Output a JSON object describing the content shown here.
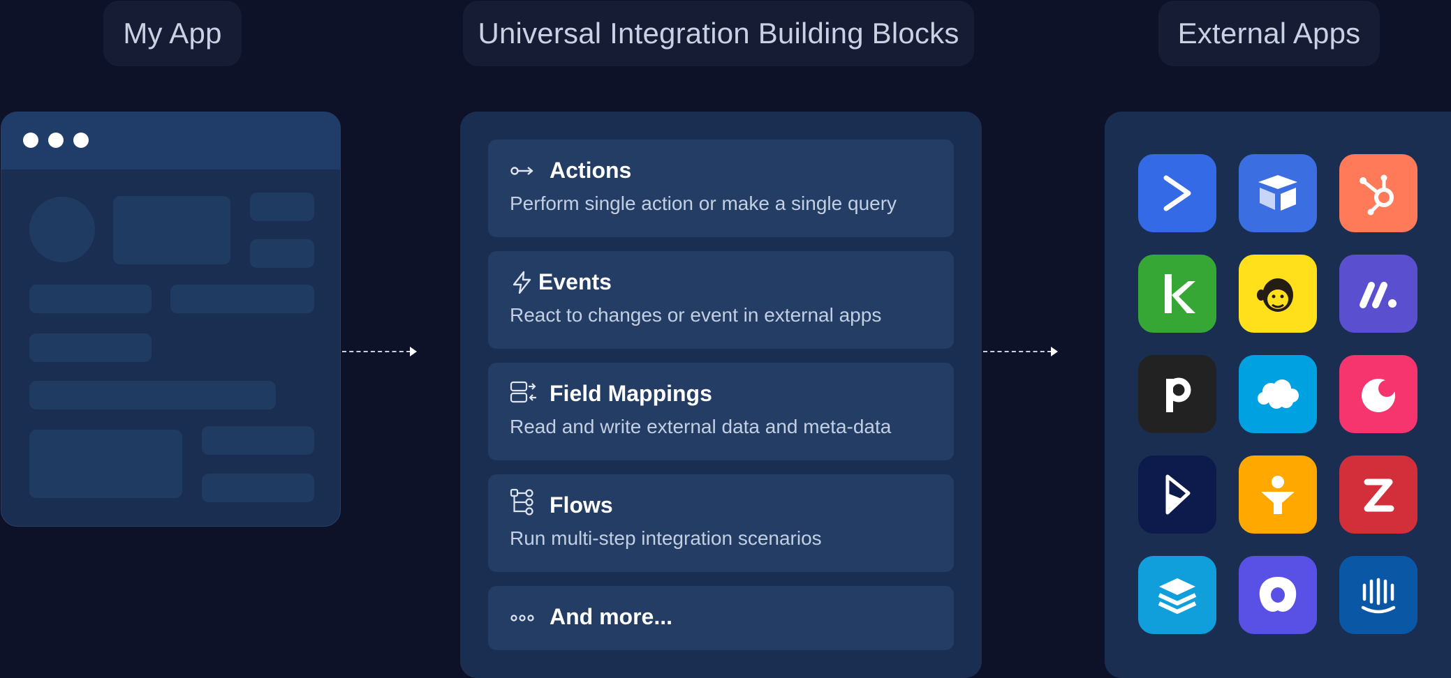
{
  "headers": {
    "my_app": "My App",
    "building_blocks": "Universal Integration Building Blocks",
    "external_apps": "External Apps"
  },
  "blocks": [
    {
      "title": "Actions",
      "description": "Perform single action or make a single query",
      "icon": "key-arrow-icon"
    },
    {
      "title": "Events",
      "description": "React to changes or event in external apps",
      "icon": "lightning-bolt-icon"
    },
    {
      "title": "Field Mappings",
      "description": "Read and write external data and meta-data",
      "icon": "mapping-arrows-icon"
    },
    {
      "title": "Flows",
      "description": "Run multi-step integration scenarios",
      "icon": "flow-nodes-icon"
    },
    {
      "title": "And more...",
      "description": "",
      "icon": "ellipsis-dots-icon"
    }
  ],
  "external_apps": [
    {
      "icon": "activecampaign-logo-icon",
      "color": "#356ae6"
    },
    {
      "icon": "airtable-box-logo-icon",
      "color": "#3b6ee0"
    },
    {
      "icon": "hubspot-logo-icon",
      "color": "#ff7a59"
    },
    {
      "icon": "keap-logo-icon",
      "color": "#36a635"
    },
    {
      "icon": "mailchimp-logo-icon",
      "color": "#ffe01b"
    },
    {
      "icon": "monday-logo-icon",
      "color": "#5a4fcf"
    },
    {
      "icon": "pipedrive-logo-icon",
      "color": "#222222"
    },
    {
      "icon": "salesforce-cloud-logo-icon",
      "color": "#00a1e0"
    },
    {
      "icon": "copper-logo-icon",
      "color": "#f6356f"
    },
    {
      "icon": "dynamics-logo-icon",
      "color": "#0d1b4c"
    },
    {
      "icon": "funnel-person-logo-icon",
      "color": "#ffa800"
    },
    {
      "icon": "zendesk-logo-icon",
      "color": "#d32f3a"
    },
    {
      "icon": "stack-layers-logo-icon",
      "color": "#119fdc"
    },
    {
      "icon": "outreach-logo-icon",
      "color": "#5951e5"
    },
    {
      "icon": "intercom-logo-icon",
      "color": "#0a57a6"
    }
  ],
  "colors": {
    "background": "#0d1229",
    "panel": "#1a2e52",
    "card": "#233d65"
  }
}
